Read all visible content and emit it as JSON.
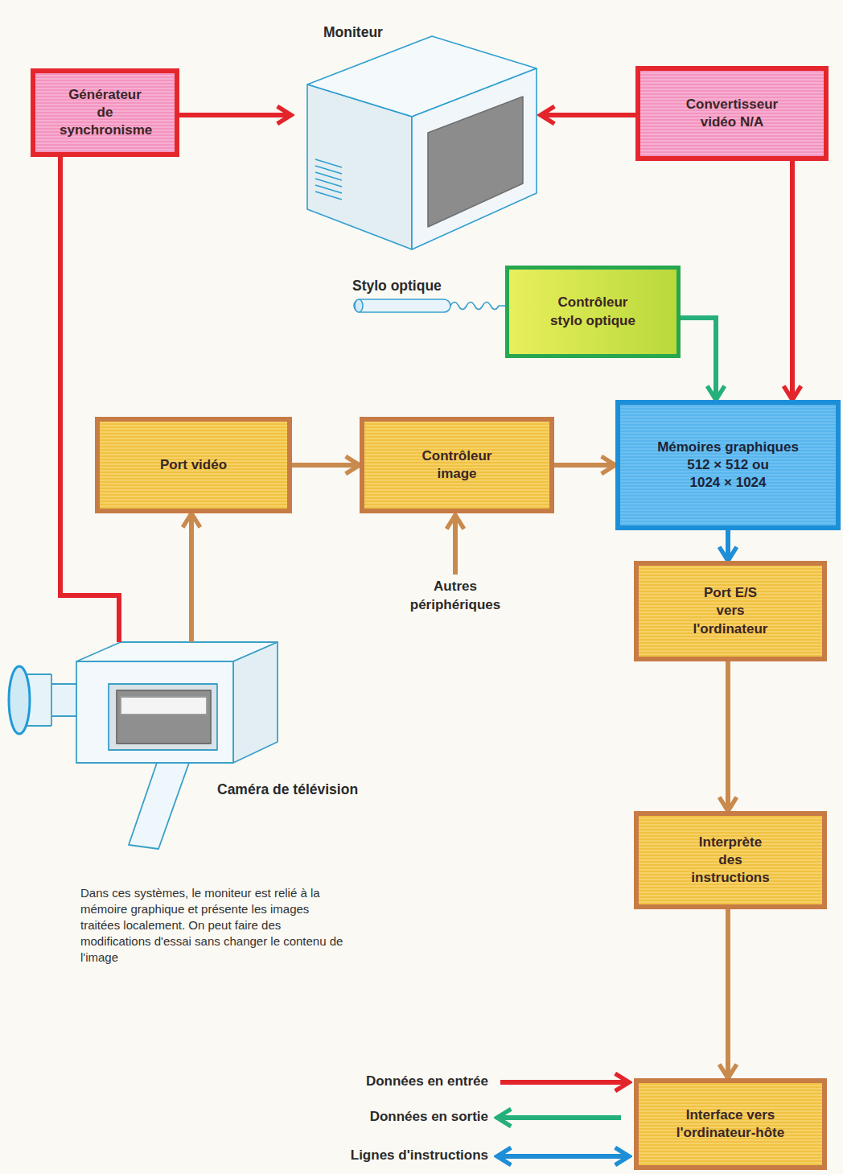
{
  "diagram": {
    "caption": "Dans ces systèmes, le moniteur est relié à la mémoire graphique et présente les images traitées localement. On peut faire des modifications d'essai sans changer le contenu de l'image",
    "nodes": [
      {
        "text": [
          "Générateur de synchronisme"
        ]
      },
      {
        "text": [
          "Moniteur"
        ]
      },
      {
        "text": [
          "Convertisseur vidéo N/A"
        ]
      },
      {
        "text": [
          "Stylo optique"
        ]
      },
      {
        "text": [
          "Contrôleur stylo optique"
        ]
      },
      {
        "text": [
          "Port vidéo"
        ]
      },
      {
        "text": [
          "Contrôleur image"
        ]
      },
      {
        "text": [
          "Mémoires graphiques",
          "512 × 512 ou 1024 × 1024"
        ]
      },
      {
        "text": [
          "Port E/S vers l'ordinateur"
        ]
      },
      {
        "text": [
          "Caméra de télévision"
        ]
      },
      {
        "text": [
          "Interprète des instructions"
        ]
      },
      {
        "text": [
          "Interface vers l'ordinateur-hôte"
        ]
      }
    ],
    "edges": [
      {
        "from": 0,
        "to": 1,
        "arrow": "to"
      },
      {
        "from": 2,
        "to": 1,
        "arrow": "to"
      },
      {
        "from": 0,
        "to": 9,
        "arrow": "none"
      },
      {
        "from": 2,
        "to": 7,
        "arrow": "to"
      },
      {
        "from": 3,
        "to": 4,
        "arrow": "none"
      },
      {
        "from": 4,
        "to": 7,
        "arrow": "to"
      },
      {
        "from": 9,
        "to": 5,
        "arrow": "to"
      },
      {
        "from": 5,
        "to": 6,
        "arrow": "to"
      },
      {
        "from": 6,
        "to": 7,
        "arrow": "to"
      },
      {
        "from": 7,
        "to": 8,
        "arrow": "to"
      },
      {
        "from": 8,
        "to": 10,
        "arrow": "to"
      },
      {
        "from": 10,
        "to": 11,
        "arrow": "to"
      }
    ],
    "labels": [
      "Autres périphériques",
      "Données en entrée",
      "Données en sortie",
      "Lignes d'instructions"
    ]
  }
}
